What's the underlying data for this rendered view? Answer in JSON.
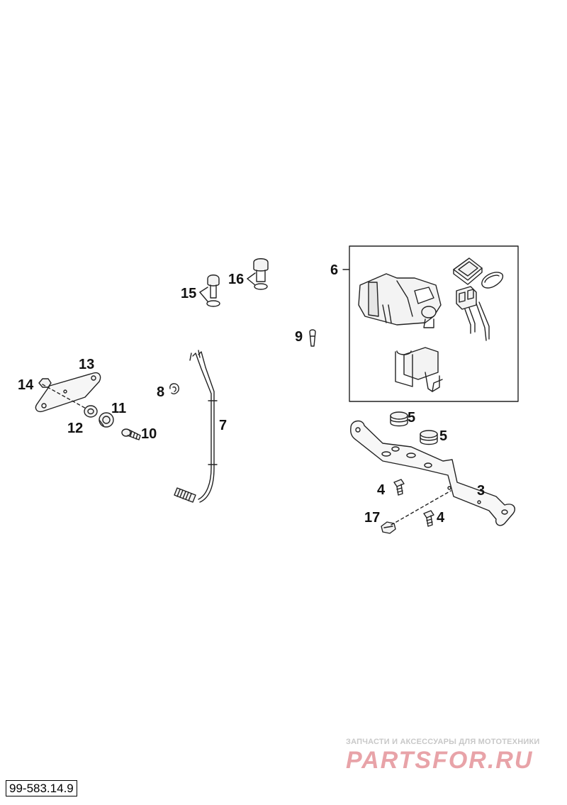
{
  "diagram": {
    "code": "99-583.14.9",
    "callouts": [
      "3",
      "4",
      "4",
      "5",
      "5",
      "6",
      "7",
      "8",
      "9",
      "10",
      "11",
      "12",
      "13",
      "14",
      "15",
      "16",
      "17"
    ]
  },
  "watermark": {
    "caption": "ЗАПЧАСТИ И АКСЕССУАРЫ ДЛЯ МОТОТЕХНИКИ",
    "logo": "PARTSFOR.RU"
  },
  "colors": {
    "line": "#222222",
    "watermark_red": "#e8a3a8",
    "watermark_gray": "#c8c8c8"
  }
}
